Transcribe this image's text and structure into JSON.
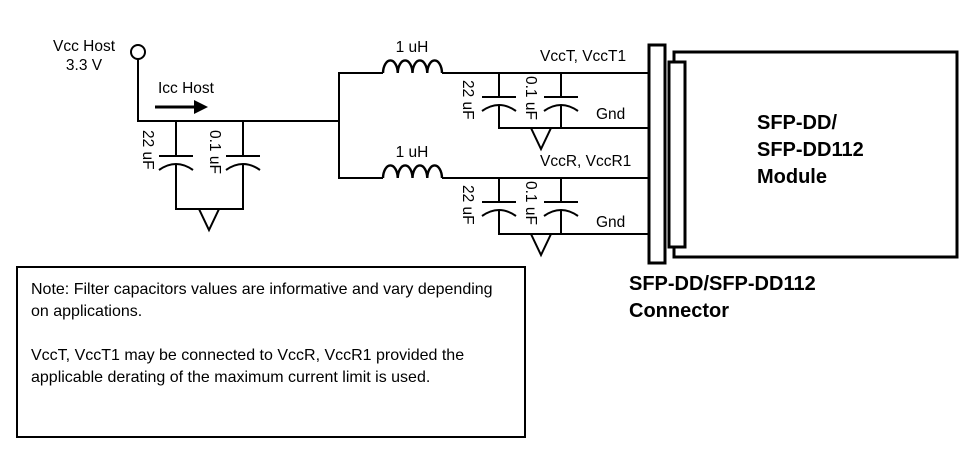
{
  "colors": {
    "line": "#000000",
    "background": "#ffffff"
  },
  "source": {
    "name": "Vcc Host",
    "voltage": "3.3 V",
    "current": "Icc Host"
  },
  "host_filter": {
    "cap1": "22 uF",
    "cap2": "0.1 uF"
  },
  "branches": [
    {
      "inductor": "1 uH",
      "cap1": "22 uF",
      "cap2": "0.1 uF",
      "net": "VccT, VccT1",
      "gnd": "Gnd"
    },
    {
      "inductor": "1 uH",
      "cap1": "22 uF",
      "cap2": "0.1 uF",
      "net": "VccR, VccR1",
      "gnd": "Gnd"
    }
  ],
  "module": {
    "line1": "SFP-DD/",
    "line2": "SFP-DD112",
    "line3": "Module"
  },
  "connector": {
    "line1": "SFP-DD/SFP-DD112",
    "line2": "Connector"
  },
  "note": {
    "para1": "Note: Filter capacitors values are informative and vary depending on applications.",
    "para2": "VccT, VccT1 may be connected to VccR, VccR1 provided the applicable derating of the maximum current limit is used."
  }
}
